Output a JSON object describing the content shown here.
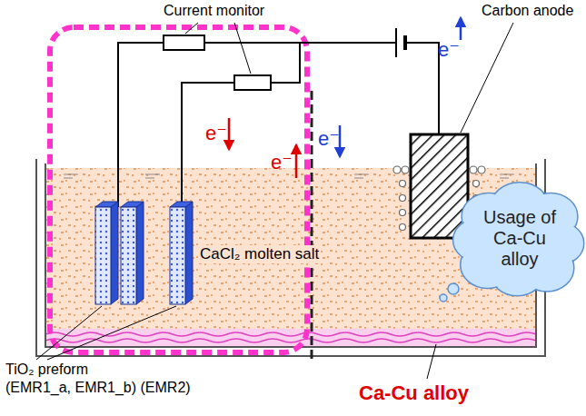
{
  "diagram": {
    "nodes": [
      {
        "text": [
          "Usage of Ca-Cu alloy"
        ]
      }
    ],
    "labels": [
      "Current monitor",
      "Carbon anode",
      "e⁻",
      "e⁻",
      "e⁻",
      "e⁻",
      "CaCl₂ molten salt",
      "TiO₂ preform",
      "(EMR1_a, EMR1_b) (EMR2)",
      "Ca-Cu alloy"
    ]
  }
}
